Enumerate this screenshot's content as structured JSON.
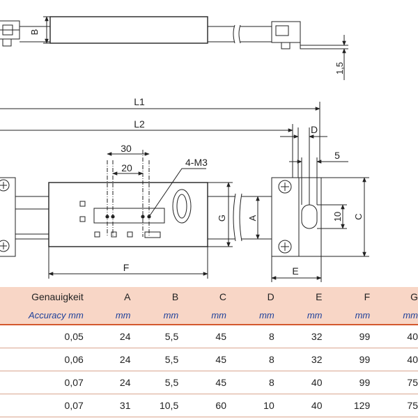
{
  "drawing": {
    "top_labels": {
      "b": "B",
      "thickness": "1,5"
    },
    "dims": {
      "l1": "L1",
      "l2": "L2",
      "d": "D",
      "val_30": "30",
      "val_20": "20",
      "val_5": "5",
      "thread": "4-M3",
      "g": "G",
      "a": "A",
      "val_10": "10",
      "c": "C",
      "f": "F",
      "e": "E"
    }
  },
  "table": {
    "headers": [
      "Genauigkeit",
      "A",
      "B",
      "C",
      "D",
      "E",
      "F",
      "G"
    ],
    "units": [
      "Accuracy mm",
      "mm",
      "mm",
      "mm",
      "mm",
      "mm",
      "mm",
      "mm"
    ],
    "rows": [
      [
        "0,05",
        "24",
        "5,5",
        "45",
        "8",
        "32",
        "99",
        "40"
      ],
      [
        "0,06",
        "24",
        "5,5",
        "45",
        "8",
        "32",
        "99",
        "40"
      ],
      [
        "0,07",
        "24",
        "5,5",
        "45",
        "8",
        "40",
        "99",
        "75"
      ],
      [
        "0,07",
        "31",
        "10,5",
        "60",
        "10",
        "40",
        "129",
        "75"
      ]
    ]
  }
}
